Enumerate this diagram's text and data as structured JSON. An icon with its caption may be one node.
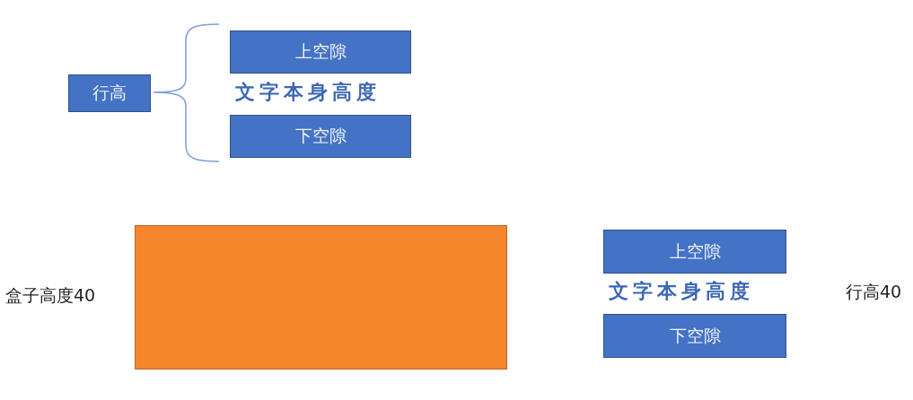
{
  "diagram": {
    "nodes": [
      {
        "text": [
          "行高"
        ]
      },
      {
        "text": [
          "上空隙"
        ]
      },
      {
        "text": [
          "下空隙"
        ]
      },
      {
        "text": [],
        "shape": "box"
      },
      {
        "text": [
          "上空隙"
        ]
      },
      {
        "text": [
          "下空隙"
        ]
      }
    ],
    "labels": [
      "文字本身高度",
      "盒子高度40",
      "文字本身高度",
      "行高40"
    ]
  }
}
